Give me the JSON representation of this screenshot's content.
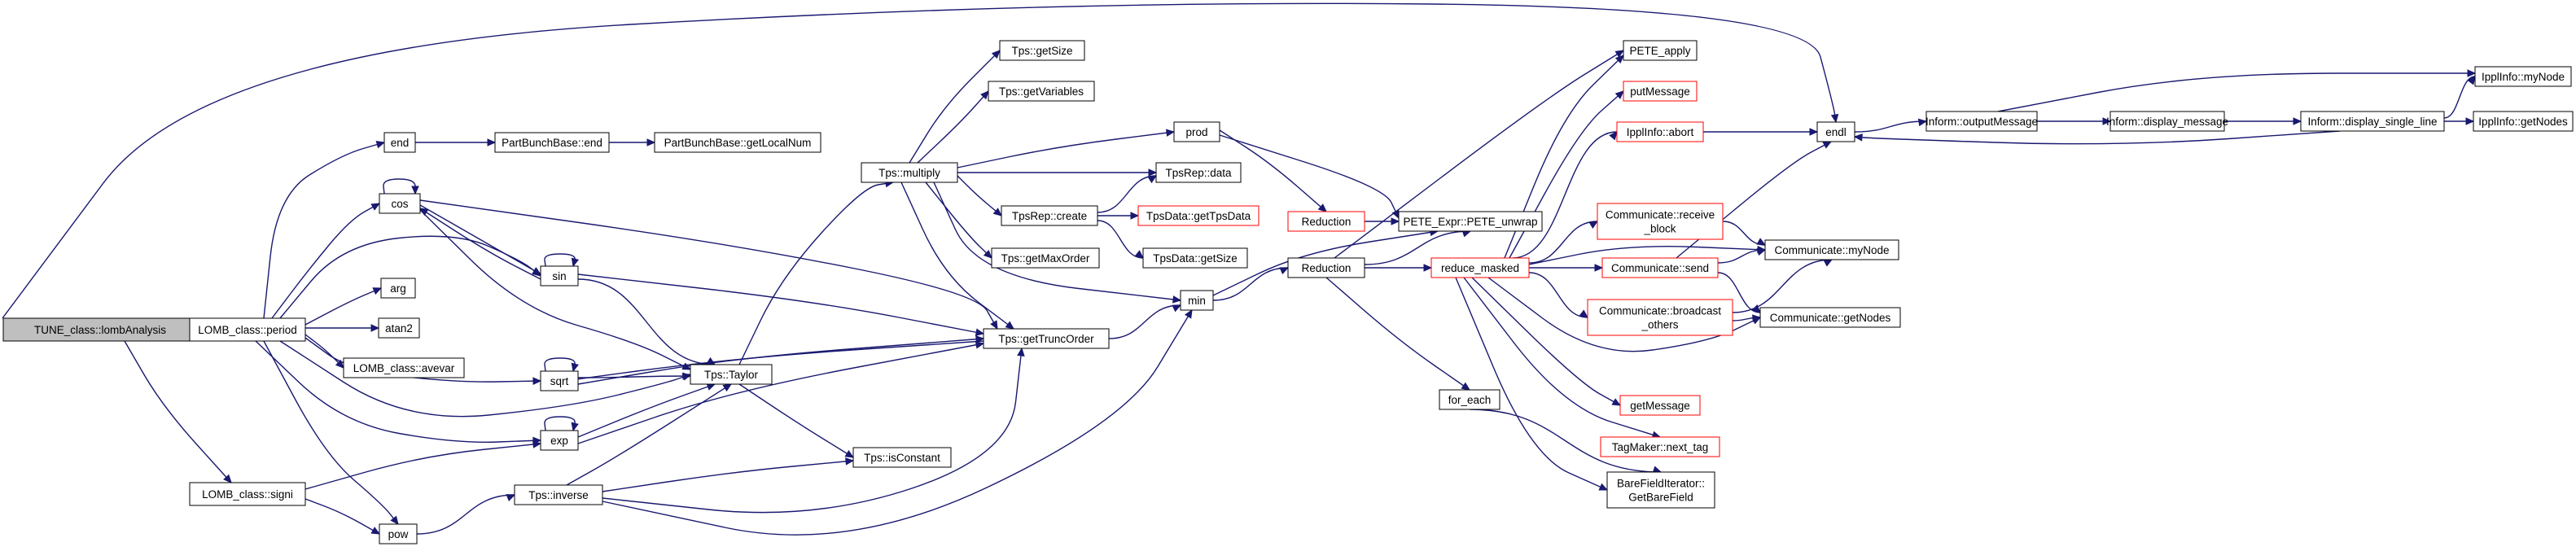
{
  "graph": {
    "nodes": {
      "tune": "TUNE_class::lombAnalysis",
      "lperiod": "LOMB_class::period",
      "lsigni": "LOMB_class::signi",
      "end": "end",
      "pbend": "PartBunchBase::end",
      "pbgln": "PartBunchBase::getLocalNum",
      "cos": "cos",
      "sin": "sin",
      "arg": "arg",
      "atan2": "atan2",
      "avevar": "LOMB_class::avevar",
      "sqrt": "sqrt",
      "exp": "exp",
      "pow": "pow",
      "taylor": "Tps::Taylor",
      "inverse": "Tps::inverse",
      "isconst": "Tps::isConstant",
      "gettrunc": "Tps::getTruncOrder",
      "multiply": "Tps::multiply",
      "getsize": "Tps::getSize",
      "getvars": "Tps::getVariables",
      "prod": "prod",
      "repdata": "TpsRep::data",
      "repcreate": "TpsRep::create",
      "gettpsdata": "TpsData::getTpsData",
      "tdsize": "TpsData::getSize",
      "getmaxorder": "Tps::getMaxOrder",
      "min": "min",
      "red1": "Reduction",
      "red2": "Reduction",
      "unwrap": "PETE_Expr::PETE_unwrap",
      "foreach": "for_each",
      "getbf1": "BareFieldIterator::",
      "getbf2": "GetBareField",
      "reduce": "reduce_masked",
      "peteapply": "PETE_apply",
      "putmsg": "putMessage",
      "abort": "IpplInfo::abort",
      "recv1": "Communicate::receive",
      "recv2": "_block",
      "send": "Communicate::send",
      "bcast1": "Communicate::broadcast",
      "bcast2": "_others",
      "getmsg": "getMessage",
      "nexttag": "TagMaker::next_tag",
      "mynode": "Communicate::myNode",
      "getnodes": "Communicate::getNodes",
      "endl": "endl",
      "outmsg": "Inform::outputMessage",
      "dispmsg": "Inform::display_message",
      "displine": "Inform::display_single_line",
      "ippmynode": "IpplInfo::myNode",
      "ippgetnodes": "IpplInfo::getNodes"
    }
  },
  "colors": {
    "edge": "#191970",
    "node_border": "#000000",
    "highlight_border": "#ff0000",
    "root_fill": "#bfbfbf"
  }
}
